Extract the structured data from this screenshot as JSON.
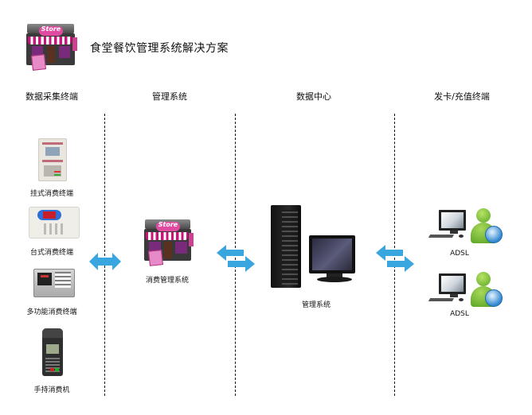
{
  "title": "食堂餐饮管理系统解决方案",
  "columns": [
    {
      "label": "数据采集终端"
    },
    {
      "label": "管理系统"
    },
    {
      "label": "数据中心"
    },
    {
      "label": "发卡/充值终端"
    }
  ],
  "terminals": [
    {
      "label": "挂式消费终端",
      "icon": "wall-mounted-terminal-icon"
    },
    {
      "label": "台式消费终端",
      "icon": "desktop-terminal-icon"
    },
    {
      "label": "多功能消费终端",
      "icon": "multifunction-terminal-icon"
    },
    {
      "label": "手持消费机",
      "icon": "handheld-terminal-icon"
    }
  ],
  "management": {
    "label": "消费管理系统",
    "icon": "store-icon",
    "sign_text": "Store"
  },
  "data_center": {
    "label": "管理系统",
    "icon": "server-monitor-icon"
  },
  "card_terminals": [
    {
      "label": "ADSL",
      "icon": "pc-user-globe-icon"
    },
    {
      "label": "ADSL",
      "icon": "pc-user-globe-icon"
    }
  ],
  "colors": {
    "arrow": "#3aa6df",
    "store_accent": "#c8137a",
    "user_green": "#6fbf2a"
  }
}
